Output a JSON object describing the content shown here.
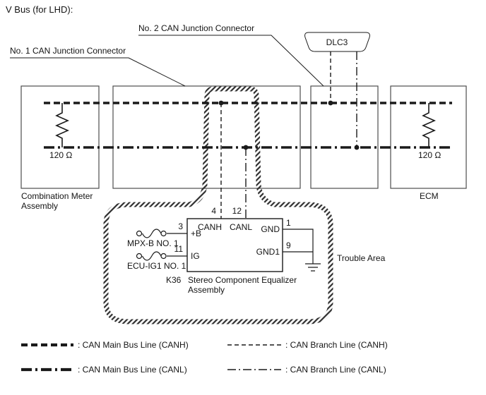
{
  "title": "V Bus (for LHD):",
  "colors": {
    "line": "#1a1a1a",
    "box_stroke": "#4d4d4d",
    "hatch": "#2e2e2e",
    "background": "#ffffff"
  },
  "labels": {
    "junction2": "No. 2 CAN Junction Connector",
    "junction1": "No. 1 CAN Junction Connector",
    "dlc3": "DLC3",
    "combination_meter_line1": "Combination Meter",
    "combination_meter_line2": "Assembly",
    "ecm": "ECM",
    "resistor_left": "120 Ω",
    "resistor_right": "120 Ω",
    "trouble_area": "Trouble Area"
  },
  "equalizer": {
    "pin_3": "3",
    "pin_11": "11",
    "pin_4": "4",
    "pin_12": "12",
    "pin_1": "1",
    "pin_9": "9",
    "terminal_b": "+B",
    "terminal_ig": "IG",
    "terminal_canh": "CANH",
    "terminal_canl": "CANL",
    "terminal_gnd": "GND",
    "terminal_gnd1": "GND1",
    "fuse_mpx": "MPX-B NO. 1",
    "fuse_ecu_ig": "ECU-IG1 NO. 1",
    "code": "K36",
    "name_line1": "Stereo Component Equalizer",
    "name_line2": "Assembly"
  },
  "legend": [
    {
      "label": ": CAN Main Bus Line (CANH)"
    },
    {
      "label": ": CAN Branch Line (CANH)"
    },
    {
      "label": ": CAN Main Bus Line (CANL)"
    },
    {
      "label": ": CAN Branch Line (CANL)"
    }
  ]
}
